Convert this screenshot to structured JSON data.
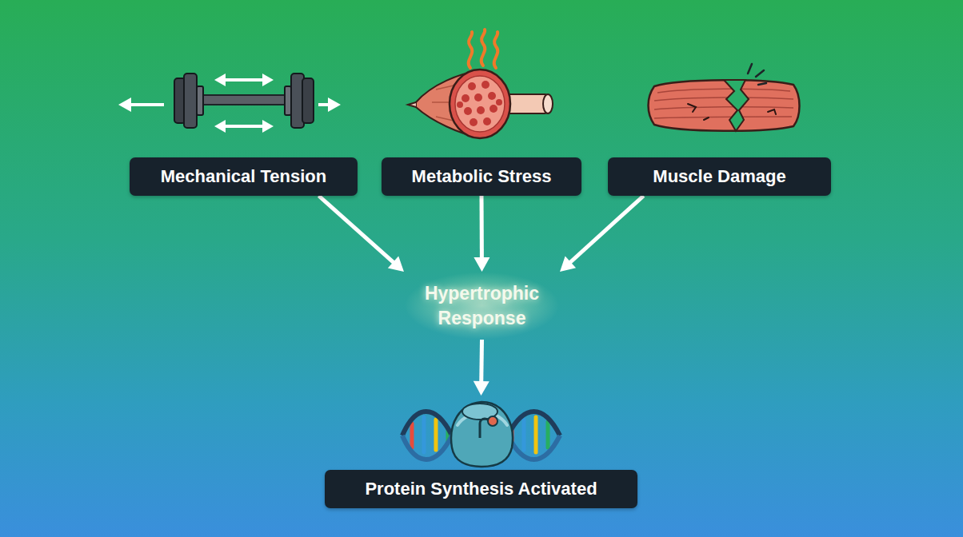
{
  "diagram": {
    "nodes": [
      {
        "text": [
          "Mechanical Tension"
        ]
      },
      {
        "text": [
          "Metabolic Stress"
        ]
      },
      {
        "text": [
          "Muscle Damage"
        ]
      },
      {
        "text": [
          "Hypertrophic Response"
        ]
      },
      {
        "text": [
          "Protein Synthesis Activated"
        ]
      }
    ],
    "edges": [
      {
        "from": 0,
        "to": 3,
        "arrow": "to"
      },
      {
        "from": 1,
        "to": 3,
        "arrow": "to"
      },
      {
        "from": 2,
        "to": 3,
        "arrow": "to"
      },
      {
        "from": 3,
        "to": 4,
        "arrow": "to"
      }
    ]
  }
}
